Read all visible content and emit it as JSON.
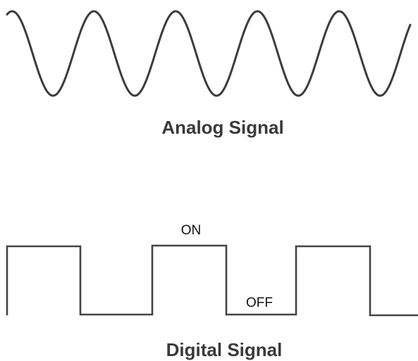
{
  "analog": {
    "caption": "Analog Signal"
  },
  "digital": {
    "caption": "Digital Signal",
    "on_label": "ON",
    "off_label": "OFF"
  }
}
